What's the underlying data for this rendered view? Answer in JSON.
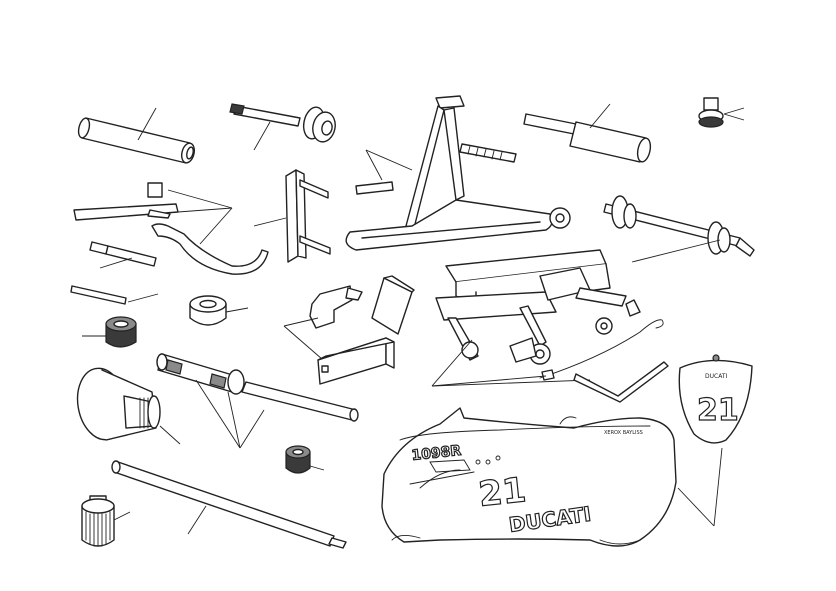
{
  "fairing": {
    "model_text": "1098R",
    "number_text": "21",
    "brand_text": "DUCATI",
    "sponsor_text": "XEROX BAYLISS",
    "nose_badge_text": "DUCATI",
    "nose_number_text": "21"
  },
  "colors": {
    "line": "#222222",
    "fill": "#ffffff",
    "dark_part": "#3a3a3a",
    "mid_part": "#8a8a8a"
  }
}
